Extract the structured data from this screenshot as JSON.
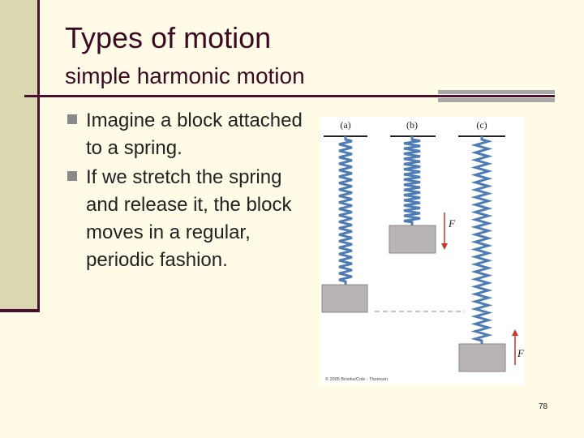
{
  "slide": {
    "title": "Types of motion",
    "subtitle": "simple harmonic motion",
    "bullets": [
      "Imagine a block attached to a spring.",
      "If we stretch the spring and release it, the block moves in a regular, periodic fashion."
    ],
    "page_number": "78"
  },
  "figure": {
    "panels": [
      "(a)",
      "(b)",
      "(c)"
    ],
    "force_label": "F",
    "copyright": "© 2005 Brooks/Cole - Thomson",
    "colors": {
      "spring": "#4f7db3",
      "block": "#b8b4b4",
      "arrow": "#c0392b"
    }
  },
  "theme": {
    "background": "#fffbe6",
    "accent": "#4a0f2e",
    "title_color": "#3a0a22"
  }
}
